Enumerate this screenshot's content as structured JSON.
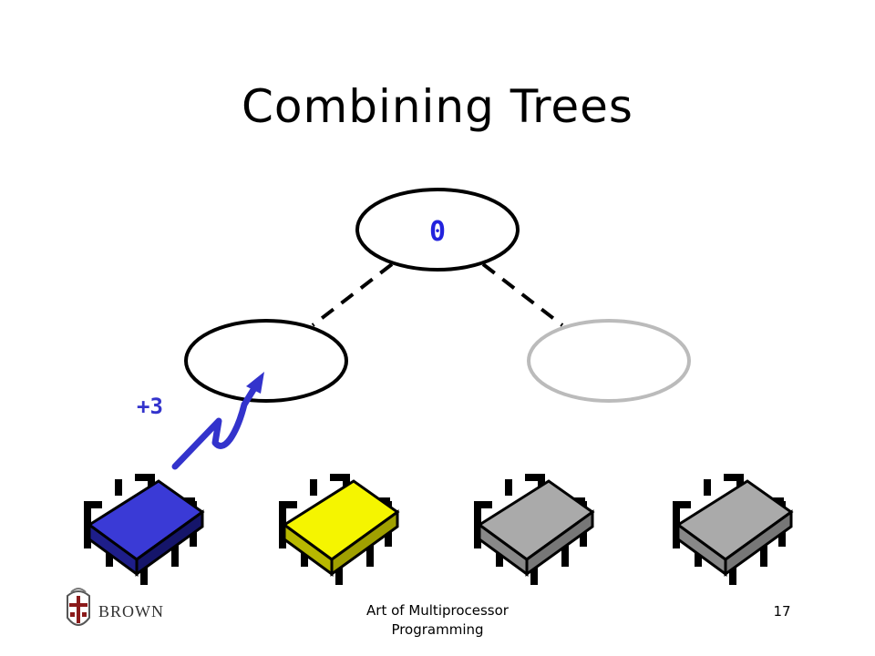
{
  "slide": {
    "title": "Combining Trees",
    "footer_text": "Art of Multiprocessor Programming",
    "page_number": "17",
    "logo_text": "BROWN"
  },
  "tree": {
    "root_value": "0",
    "root_color": "#2222dd",
    "left_node_color": "#000000",
    "right_node_color": "#bbbbbb"
  },
  "operation": {
    "label": "+3",
    "color": "#3333cc"
  },
  "processors": [
    {
      "name": "processor-1",
      "color": "#3a3ad6",
      "state": "active"
    },
    {
      "name": "processor-2",
      "color": "#f5f500",
      "state": "idle"
    },
    {
      "name": "processor-3",
      "color": "#aaaaaa",
      "state": "idle"
    },
    {
      "name": "processor-4",
      "color": "#aaaaaa",
      "state": "idle"
    }
  ]
}
